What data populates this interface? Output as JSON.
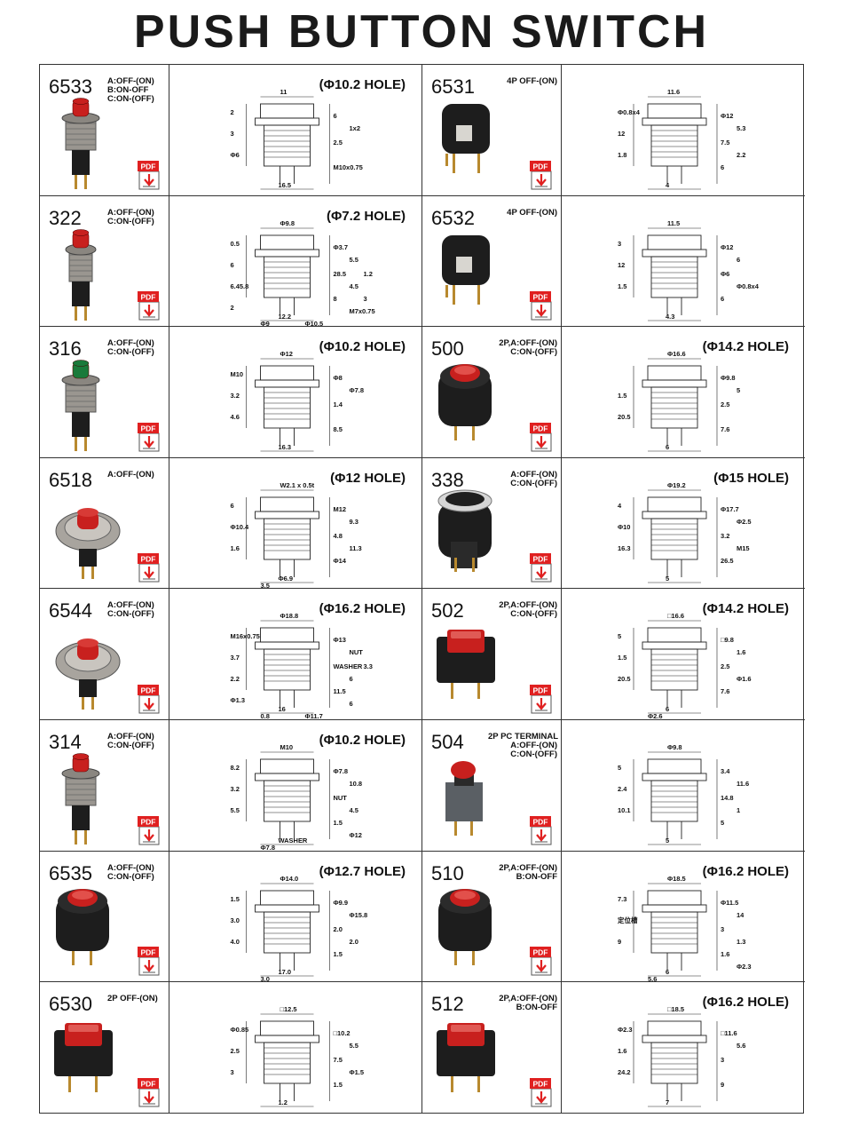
{
  "title": "PUSH BUTTON SWITCH",
  "pdf_label": "PDF",
  "colors": {
    "pdf_red": "#e02020",
    "red_cap": "#c8201e",
    "green_cap": "#1a7a3a",
    "body_black": "#1d1d1d",
    "metal": "#9a9690",
    "brass": "#b8892e",
    "line": "#333333"
  },
  "icons": {
    "pdf": "pdf-download-icon"
  },
  "left_column": [
    {
      "model": "6533",
      "modes": "A:OFF-(ON)\nB:ON-OFF\nC:ON-(OFF)",
      "hole": "(Φ10.2 HOLE)",
      "cap": "red",
      "style": "round-metal",
      "dims": [
        "11",
        "6",
        "3",
        "2.5",
        "16.5",
        "M10x0.75",
        "Φ6",
        "1x2",
        "2"
      ]
    },
    {
      "model": "322",
      "modes": "A:OFF-(ON)\nC:ON-(OFF)",
      "hole": "(Φ7.2 HOLE)",
      "cap": "red",
      "style": "small-metal",
      "dims": [
        "Φ9.8",
        "Φ3.7",
        "6",
        "28.5",
        "12.2",
        "8",
        "6.45.8",
        "5.5",
        "0.5",
        "4.5",
        "Φ9",
        "M7x0.75",
        "Φ10.5",
        "2",
        "1.2",
        "3"
      ]
    },
    {
      "model": "316",
      "modes": "A:OFF-(ON)\nC:ON-(OFF)",
      "hole": "(Φ10.2 HOLE)",
      "cap": "green",
      "style": "round-metal",
      "dims": [
        "Φ12",
        "Φ8",
        "3.2",
        "1.4",
        "16.3",
        "8.5",
        "4.6",
        "Φ7.8",
        "M10"
      ]
    },
    {
      "model": "6518",
      "modes": "A:OFF-(ON)",
      "hole": "(Φ12 HOLE)",
      "cap": "red",
      "style": "wide-metal",
      "dims": [
        "W2.1 x 0.5t",
        "M12",
        "Φ10.4",
        "4.8",
        "Φ6.9",
        "Φ14",
        "1.6",
        "9.3",
        "6",
        "11.3",
        "3.5"
      ]
    },
    {
      "model": "6544",
      "modes": "A:OFF-(ON)\nC:ON-(OFF)",
      "hole": "(Φ16.2 HOLE)",
      "cap": "red",
      "style": "wide-metal",
      "dims": [
        "Φ18.8",
        "Φ13",
        "3.7",
        "WASHER",
        "16",
        "11.5",
        "2.2",
        "NUT",
        "M16x0.75",
        "6",
        "0.8",
        "6",
        "Φ11.7",
        "Φ1.3",
        "3.3"
      ]
    },
    {
      "model": "314",
      "modes": "A:OFF-(ON)\nC:ON-(OFF)",
      "hole": "(Φ10.2 HOLE)",
      "cap": "red",
      "style": "round-metal",
      "dims": [
        "M10",
        "Φ7.8",
        "3.2",
        "NUT",
        "WASHER",
        "1.5",
        "5.5",
        "10.8",
        "8.2",
        "4.5",
        "Φ7.8",
        "Φ12"
      ]
    },
    {
      "model": "6535",
      "modes": "A:OFF-(ON)\nC:ON-(OFF)",
      "hole": "(Φ12.7 HOLE)",
      "cap": "red",
      "style": "black-round",
      "dims": [
        "Φ14.0",
        "Φ9.9",
        "3.0",
        "2.0",
        "17.0",
        "1.5",
        "4.0",
        "Φ15.8",
        "1.5",
        "2.0",
        "3.0"
      ]
    },
    {
      "model": "6530",
      "modes": "2P OFF-(ON)",
      "hole": "",
      "cap": "red",
      "style": "black-square",
      "dims": [
        "□12.5",
        "□10.2",
        "2.5",
        "7.5",
        "1.2",
        "1.5",
        "3",
        "5.5",
        "Φ0.85",
        "Φ1.5"
      ]
    }
  ],
  "right_column": [
    {
      "model": "6531",
      "modes": "4P OFF-(ON)",
      "hole": "",
      "cap": "black",
      "style": "tact-black",
      "dims": [
        "11.6",
        "Φ12",
        "12",
        "7.5",
        "4",
        "6",
        "1.8",
        "5.3",
        "Φ0.8x4",
        "2.2"
      ]
    },
    {
      "model": "6532",
      "modes": "4P OFF-(ON)",
      "hole": "",
      "cap": "black",
      "style": "tact-black",
      "dims": [
        "11.5",
        "Φ12",
        "12",
        "Φ6",
        "4.3",
        "6",
        "1.5",
        "6",
        "3",
        "Φ0.8x4"
      ]
    },
    {
      "model": "500",
      "modes": "2P,A:OFF-(ON)\nC:ON-(OFF)",
      "hole": "(Φ14.2 HOLE)",
      "cap": "red",
      "style": "black-round",
      "dims": [
        "Φ16.6",
        "Φ9.8",
        "1.5",
        "2.5",
        "6",
        "7.6",
        "20.5",
        "5"
      ]
    },
    {
      "model": "338",
      "modes": "A:OFF-(ON)\nC:ON-(OFF)",
      "hole": "(Φ15 HOLE)",
      "cap": "black",
      "style": "chrome-ring",
      "dims": [
        "Φ19.2",
        "Φ17.7",
        "Φ10",
        "3.2",
        "5",
        "26.5",
        "16.3",
        "Φ2.5",
        "4",
        "M15"
      ]
    },
    {
      "model": "502",
      "modes": "2P,A:OFF-(ON)\nC:ON-(OFF)",
      "hole": "(Φ14.2 HOLE)",
      "cap": "red",
      "style": "black-square",
      "dims": [
        "□16.6",
        "□9.8",
        "1.5",
        "2.5",
        "6",
        "7.6",
        "20.5",
        "1.6",
        "5",
        "Φ1.6",
        "Φ2.6"
      ]
    },
    {
      "model": "504",
      "modes": "2P PC TERMINAL\nA:OFF-(ON)\nC:ON-(OFF)",
      "hole": "",
      "cap": "red",
      "style": "pc-terminal",
      "dims": [
        "Φ9.8",
        "3.4",
        "2.4",
        "14.8",
        "5",
        "5",
        "10.1",
        "11.6",
        "5",
        "1"
      ]
    },
    {
      "model": "510",
      "modes": "2P,A:OFF-(ON)\nB:ON-OFF",
      "hole": "(Φ16.2 HOLE)",
      "cap": "red",
      "style": "black-round",
      "dims": [
        "Φ18.5",
        "Φ11.5",
        "定位槽",
        "3",
        "6",
        "1.6",
        "9",
        "14",
        "7.3",
        "1.3",
        "5.6",
        "Φ2.3"
      ]
    },
    {
      "model": "512",
      "modes": "2P,A:OFF-(ON)\nB:ON-OFF",
      "hole": "(Φ16.2 HOLE)",
      "cap": "red",
      "style": "black-square",
      "dims": [
        "□18.5",
        "□11.6",
        "1.6",
        "3",
        "7",
        "9",
        "24.2",
        "5.6",
        "Φ2.3"
      ]
    }
  ]
}
